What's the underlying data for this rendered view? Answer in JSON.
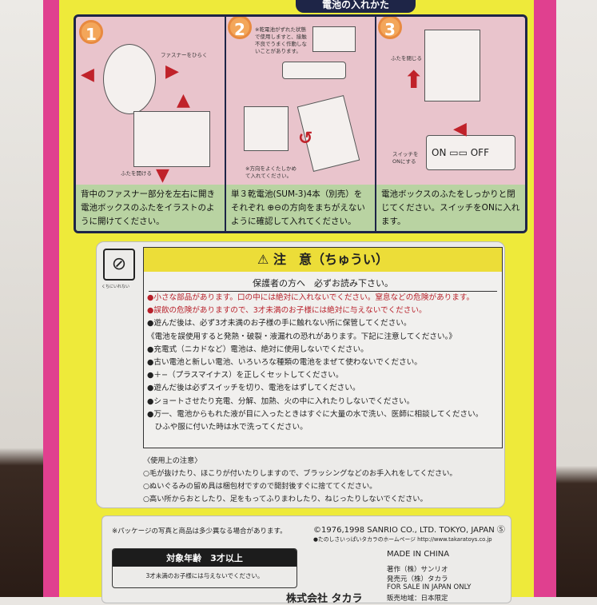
{
  "instructions": {
    "title": "電池の入れかた",
    "steps": [
      {
        "number": "1",
        "label_fastener": "ファスナーをひらく",
        "label_lid": "ふたを開ける",
        "caption": "背中のファスナー部分を左右に開き電池ボックスのふたをイラストのように開けてください。"
      },
      {
        "number": "2",
        "note_top": "※乾電池がずれた状態で使用しますと、接触不良でうまく作動しないことがあります。",
        "plus": "⊕",
        "minus": "⊖",
        "note_bottom": "※方向をよくたしかめて入れてください。",
        "caption": "単３乾電池(SUM-3)4本（別売）をそれぞれ ⊕⊖の方向をまちがえないように確認して入れてください。"
      },
      {
        "number": "3",
        "label_close": "ふたを閉じる",
        "label_switch": "スイッチをONにする",
        "on": "ON",
        "off": "OFF",
        "caption": "電池ボックスのふたをしっかりと閉じてください。スイッチをONに入れます。"
      }
    ]
  },
  "caution": {
    "icon_label": "くちにいれない",
    "header": "⚠ 注　意（ちゅうい）",
    "sub": "保護者の方へ　必ずお読み下さい。",
    "lines": [
      {
        "text": "●小さな部品があります。口の中には絶対に入れないでください。窒息などの危険があります。",
        "red": true
      },
      {
        "text": "●誤飲の危険がありますので、3才未満のお子様には絶対に与えないでください。",
        "red": true
      },
      {
        "text": "●遊んだ後は、必ず3才未満のお子様の手に触れない所に保管してください。"
      },
      {
        "text": "《電池を誤使用すると発熱・破裂・液漏れの恐れがあります。下記に注意してください。》"
      },
      {
        "text": "●充電式（ニカドなど）電池は、絶対に使用しないでください。"
      },
      {
        "text": "●古い電池と新しい電池、いろいろな種類の電池をまぜて使わないでください。"
      },
      {
        "text": "●＋−（プラスマイナス）を正しくセットしてください。"
      },
      {
        "text": "●遊んだ後は必ずスイッチを切り、電池をはずしてください。"
      },
      {
        "text": "●ショートさせたり充電、分解、加熱、火の中に入れたりしないでください。"
      },
      {
        "text": "●万一、電池からもれた液が目に入ったときはすぐに大量の水で洗い、医師に相談してください。"
      },
      {
        "text": "　ひふや服に付いた時は水で洗ってください。"
      }
    ],
    "usage_title": "〈使用上の注意〉",
    "usage": [
      "○毛が抜けたり、ほこりが付いたりしますので、ブラッシングなどのお手入れをしてください。",
      "○ぬいぐるみの留め具は梱包材ですので開封後すぐに捨ててください。",
      "○高い所からおとしたり、足をもってふりまわしたり、ねじったりしないでください。"
    ]
  },
  "bottom": {
    "package_note": "※パッケージの写真と商品は多少異なる場合があります。",
    "copyright": "©1976,1998 SANRIO CO., LTD. TOKYO, JAPAN Ⓢ",
    "homepage": "●たのしさいっぱいタカラのホームページ http://www.takaratoys.co.jp",
    "age_header": "対象年齢　3才以上",
    "age_note": "3才未満のお子様には与えないでください。",
    "made_in": "MADE IN CHINA",
    "author": "著作（株）サンリオ",
    "seller": "発売元（株）タカラ",
    "for_sale": "FOR SALE IN JAPAN ONLY",
    "region": "販売地域：日本限定",
    "company": "株式会社 タカラ"
  },
  "colors": {
    "box_pink": "#e0408f",
    "panel_yellow": "#eeea3a",
    "navy": "#1e2547",
    "caption_green": "#b9d3a2",
    "warning_red": "#b8202a"
  }
}
